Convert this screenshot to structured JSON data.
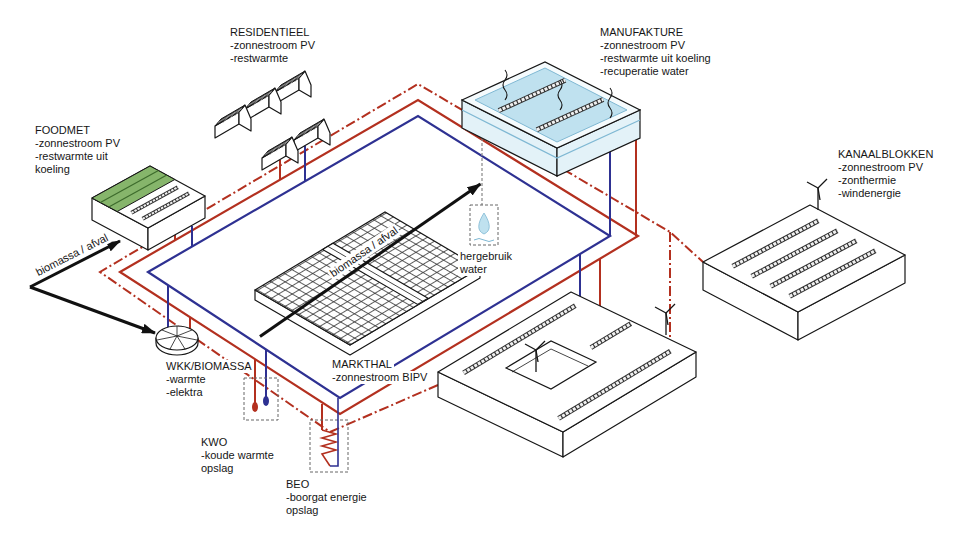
{
  "diagram": {
    "nodes": [
      {
        "text": [
          "RESIDENTIEEL",
          "-zonnestroom PV",
          "-restwarmte"
        ]
      },
      {
        "text": [
          "MANUFAKTURE",
          "-zonnestroom PV",
          "-restwarmte uit koeling",
          "-recuperatie water"
        ]
      },
      {
        "text": [
          "FOODMET",
          "-zonnestroom PV",
          "-restwarmte uit koeling"
        ]
      },
      {
        "text": [
          "KANAALBLOKKEN",
          "-zonnestroom PV",
          "-zonthermie",
          "-windenergie"
        ]
      },
      {
        "text": [
          "MARKTHAL",
          "-zonnestroom BIPV"
        ]
      },
      {
        "text": [
          "WKK/BIOMASSA",
          "-warmte",
          "-elektra"
        ]
      },
      {
        "text": [
          "KWO",
          "-koude warmte opslag"
        ]
      },
      {
        "text": [
          "BEO",
          "-boorgat energie opslag"
        ]
      }
    ],
    "edges": [
      {
        "from": 5,
        "to": 1,
        "arrow": "to",
        "label": "biomassa / afval"
      }
    ],
    "labels": [
      "biomassa / afval",
      "hergebruik water"
    ]
  }
}
